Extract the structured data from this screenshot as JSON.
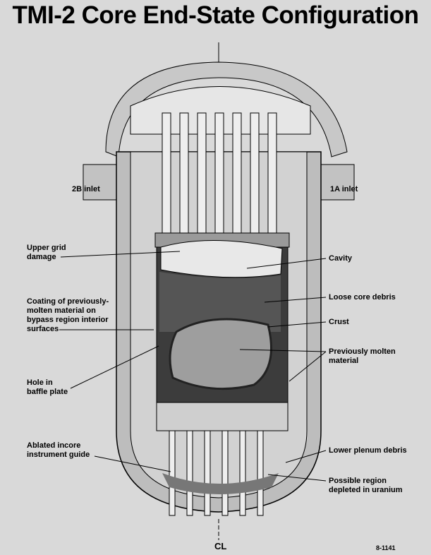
{
  "title": "TMI-2 Core End-State Configuration",
  "labels": {
    "inlet_2b": "2B inlet",
    "inlet_1a": "1A inlet",
    "upper_grid": [
      "Upper grid",
      "damage"
    ],
    "coating": [
      "Coating of previously-",
      "molten material on",
      "bypass region interior",
      "surfaces"
    ],
    "hole": [
      "Hole in",
      "baffle plate"
    ],
    "ablated": [
      "Ablated incore",
      "instrument guide"
    ],
    "cavity": "Cavity",
    "loose_debris": "Loose core debris",
    "crust": "Crust",
    "molten": [
      "Previously molten",
      "material"
    ],
    "lower_plenum": "Lower plenum debris",
    "depleted": [
      "Possible region",
      "depleted in uranium"
    ]
  },
  "centerline": "CL",
  "figure_number": "8-1141",
  "colors": {
    "background": "#d9d9d9",
    "vessel": "#bdbdbd",
    "debris": "#4a4a4a",
    "molten": "#a8a8a8"
  }
}
